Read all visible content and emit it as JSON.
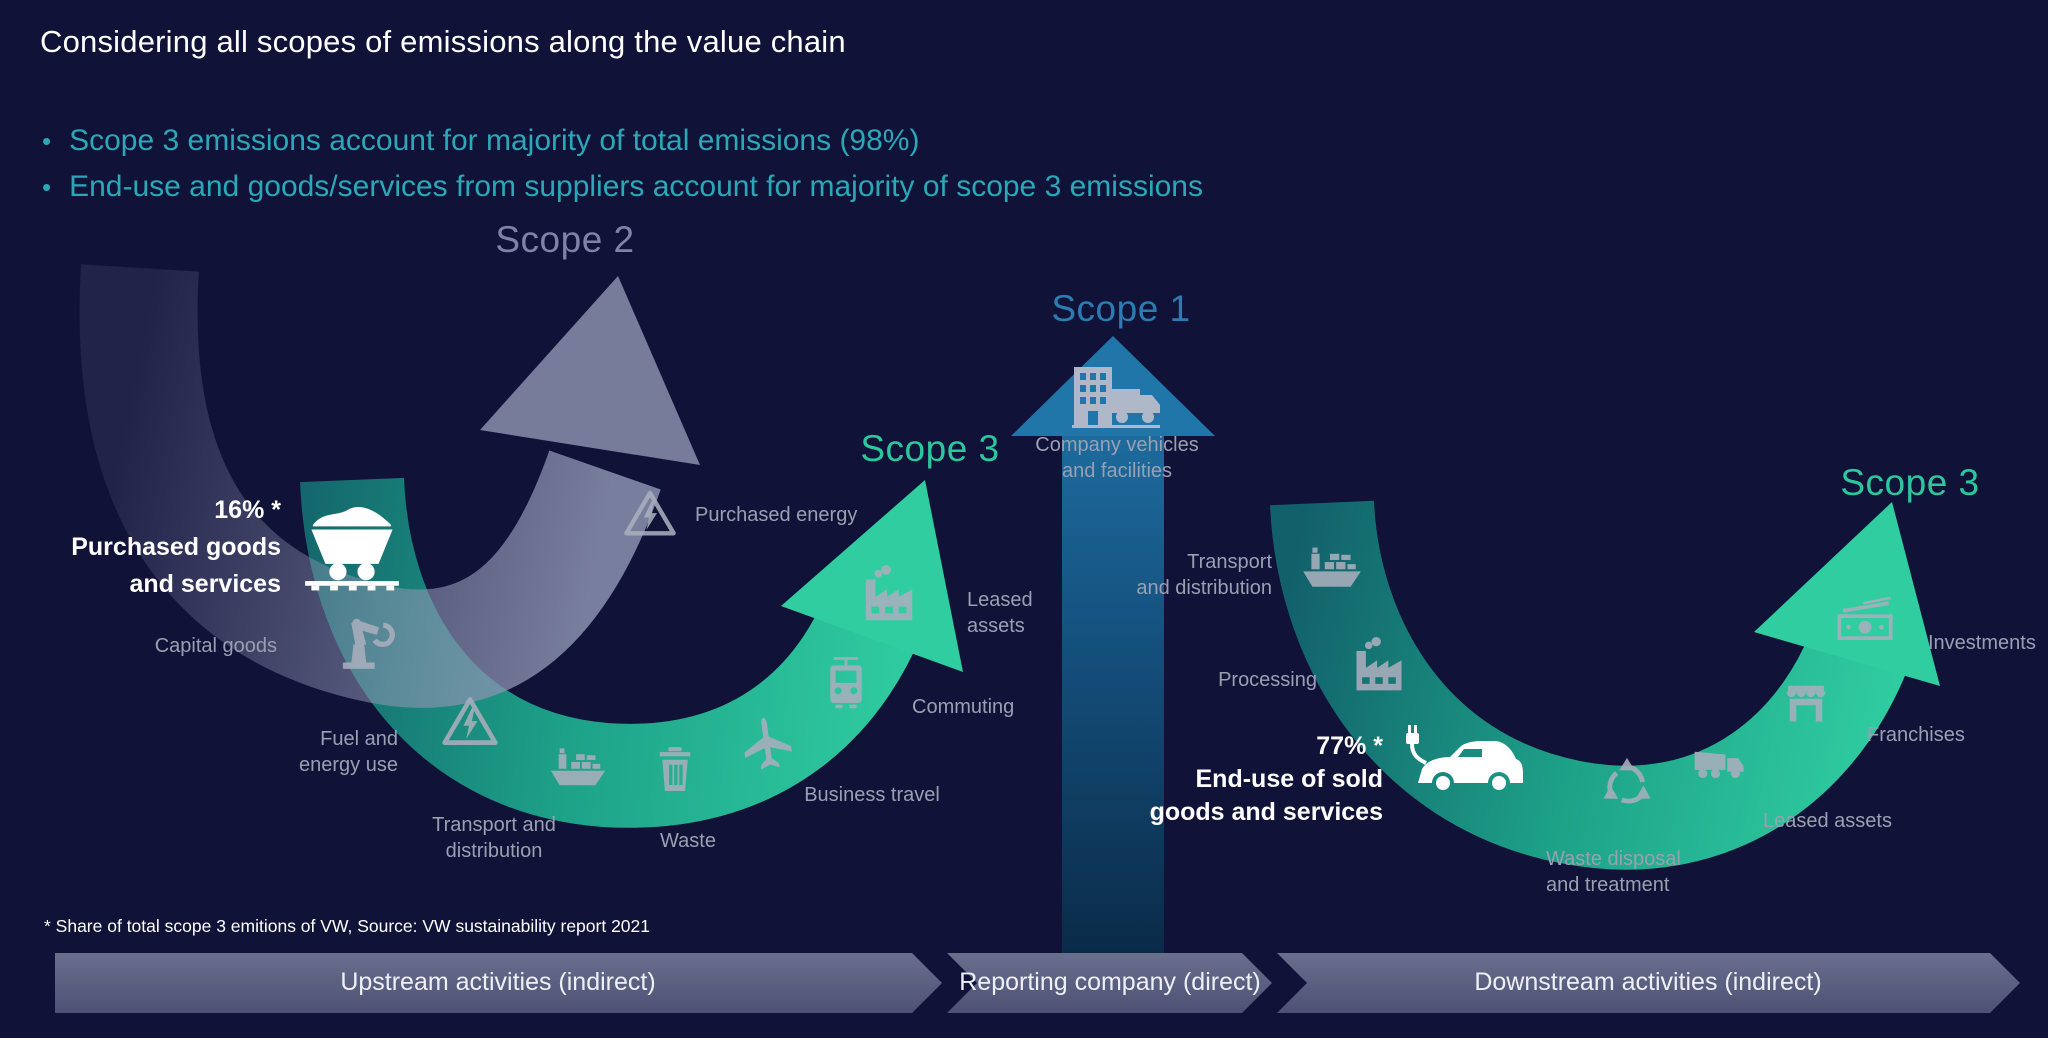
{
  "colors": {
    "bg": "#101238",
    "white": "#ffffff",
    "bullet-teal": "#2ba8b8",
    "scope1-blue": "#2b7cb1",
    "scope2-slate": "#7f84a4",
    "scope3-green": "#2cc79d",
    "arc-teal-dark": "#14666c",
    "arc-green-bright": "#30cda1",
    "arc-slate": "#8b91af",
    "scope1-arrow-top": "#2277ab",
    "scope1-arrow-bottom": "#0a2a47",
    "label-gray": "#9aa0b1",
    "icon-gray": "#a9afbd",
    "chevron-gray": "#5a5e7d"
  },
  "header": {
    "title": "Considering all scopes of emissions along the value chain",
    "bullets": [
      "Scope 3 emissions account for majority of total emissions (98%)",
      "End-use and goods/services from suppliers account for majority of scope 3 emissions"
    ]
  },
  "scopes": {
    "scope2": "Scope 2",
    "scope1": "Scope 1",
    "scope3_upstream": "Scope 3",
    "scope3_downstream": "Scope 3"
  },
  "highlights": {
    "purchased_goods": {
      "pct": "16% *",
      "lines": [
        "Purchased goods",
        "and services"
      ]
    },
    "end_use": {
      "pct": "77% *",
      "lines": [
        "End-use of sold",
        "goods and services"
      ]
    }
  },
  "upstream_labels": {
    "capital_goods": "Capital goods",
    "fuel": {
      "lines": [
        "Fuel and",
        "energy use"
      ]
    },
    "transport": {
      "lines": [
        "Transport and",
        "distribution"
      ]
    },
    "waste": "Waste",
    "business_travel": "Business travel",
    "commuting": "Commuting",
    "leased_assets": {
      "lines": [
        "Leased",
        "assets"
      ]
    },
    "purchased_energy": "Purchased energy"
  },
  "reporting_labels": {
    "company_vehicles": {
      "lines": [
        "Company vehicles",
        "and facilities"
      ]
    }
  },
  "downstream_labels": {
    "transport": {
      "lines": [
        "Transport",
        "and distribution"
      ]
    },
    "processing": "Processing",
    "waste_disposal": {
      "lines": [
        "Waste disposal",
        "and treatment"
      ]
    },
    "leased_assets": "Leased assets",
    "franchises": "Franchises",
    "investments": "Investments"
  },
  "footnote": "* Share of total scope 3 emitions of VW, Source: VW sustainability report 2021",
  "value_chain": {
    "upstream": "Upstream activities (indirect)",
    "reporting": "Reporting company (direct)",
    "downstream": "Downstream activities (indirect)"
  },
  "icons": [
    "mine-cart-icon",
    "robot-arm-icon",
    "fuel-warning-icon",
    "cargo-ship-icon",
    "trash-bin-icon",
    "airplane-icon",
    "tram-icon",
    "factory-icon",
    "purchased-energy-warning-icon",
    "building-truck-icon",
    "electric-car-icon",
    "recycle-icon",
    "dump-truck-icon",
    "storefront-icon",
    "banknote-icon"
  ]
}
